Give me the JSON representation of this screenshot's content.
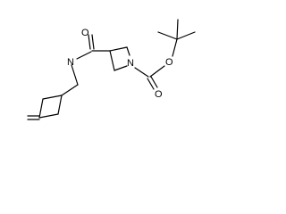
{
  "molecule": {
    "atoms": {
      "carbonyl_oxygen_amide": "O",
      "amide_nitrogen": "N",
      "azetidine_nitrogen": "N",
      "ester_oxygen": "O",
      "carbonyl_oxygen_boc": "O"
    }
  }
}
